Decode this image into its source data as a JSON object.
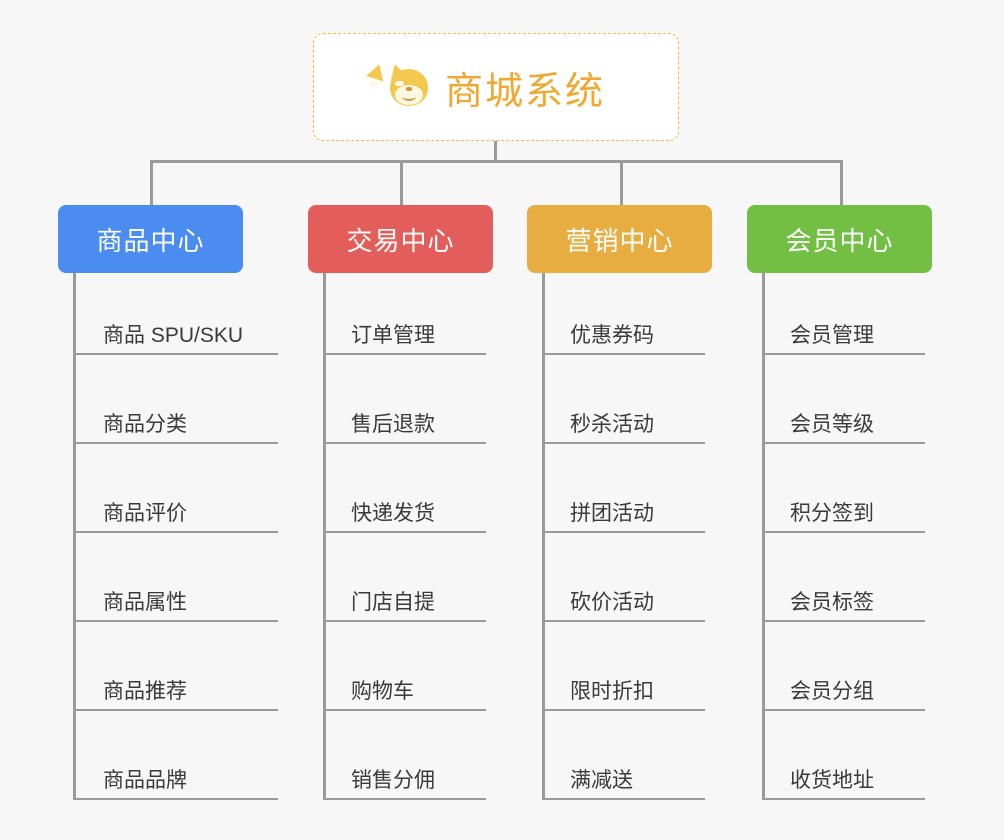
{
  "page": {
    "background_color": "#f7f7f7",
    "connector_color": "#9a9a9a"
  },
  "root": {
    "title": "商城系统",
    "icon": "shiba-dog-face-icon",
    "text_color": "#f0a830",
    "border_color": "#f5b942",
    "background_color": "#ffffff"
  },
  "branches": [
    {
      "label": "商品中心",
      "color": "#4a8cf0",
      "items": [
        "商品 SPU/SKU",
        "商品分类",
        "商品评价",
        "商品属性",
        "商品推荐",
        "商品品牌"
      ]
    },
    {
      "label": "交易中心",
      "color": "#e35d5b",
      "items": [
        "订单管理",
        "售后退款",
        "快递发货",
        "门店自提",
        "购物车",
        "销售分佣"
      ]
    },
    {
      "label": "营销中心",
      "color": "#e8ad41",
      "items": [
        "优惠券码",
        "秒杀活动",
        "拼团活动",
        "砍价活动",
        "限时折扣",
        "满减送"
      ]
    },
    {
      "label": "会员中心",
      "color": "#72bf44",
      "items": [
        "会员管理",
        "会员等级",
        "积分签到",
        "会员标签",
        "会员分组",
        "收货地址"
      ]
    }
  ]
}
